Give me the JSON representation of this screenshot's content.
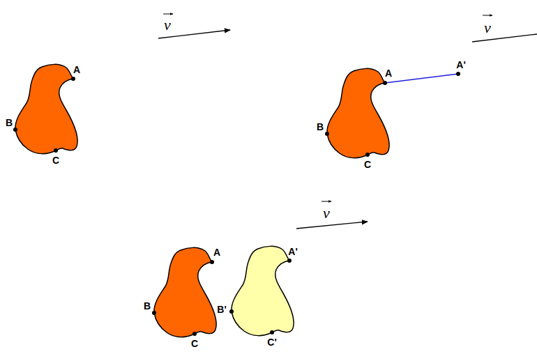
{
  "diagram": {
    "labels": [
      "ν",
      "A",
      "B",
      "C",
      "ν",
      "A",
      "A'",
      "B",
      "C",
      "ν",
      "A",
      "B",
      "C",
      "A'",
      "B'",
      "C'"
    ]
  }
}
